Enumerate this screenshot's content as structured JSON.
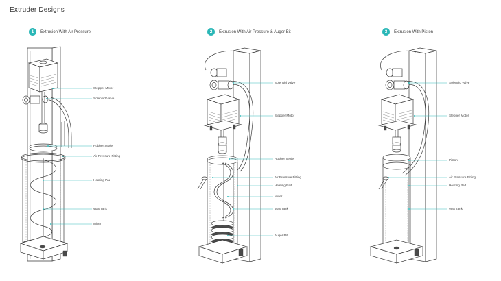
{
  "page": {
    "title": "Extruder Designs"
  },
  "designs": [
    {
      "number": "1",
      "title": "Extrusion With Air Pressure",
      "labels": {
        "stepper_motor": "Stepper Motor",
        "solenoid_valve": "Solenoid Valve",
        "rubber_sealer": "Rubber Sealer",
        "air_pressure_fitting": "Air Pressure Fitting",
        "heating_pad": "Heating Pad",
        "wax_tank": "Wax Tank",
        "mixer": "Mixer"
      }
    },
    {
      "number": "2",
      "title": "Extrusion With Air Pressure & Auger Bit",
      "labels": {
        "solenoid_valve": "Solenoid Valve",
        "stepper_motor": "Stepper Motor",
        "rubber_sealer": "Rubber Sealer",
        "air_pressure_fitting": "Air Pressure Fitting",
        "heating_pad": "Heating Pad",
        "mixer": "Mixer",
        "wax_tank": "Wax Tank",
        "auger_bit": "Auger Bit"
      }
    },
    {
      "number": "3",
      "title": "Extrusion With Piston",
      "labels": {
        "solenoid_valve": "Solenoid Valve",
        "stepper_motor": "Stepper Motor",
        "piston": "Piston",
        "air_pressure_fitting": "Air Pressure Fitting",
        "heating_pad": "Heating Pad",
        "wax_tank": "Wax Tank"
      }
    }
  ],
  "colors": {
    "accent": "#2ab7b7",
    "line": "#3a3a3a",
    "background": "#ffffff"
  }
}
